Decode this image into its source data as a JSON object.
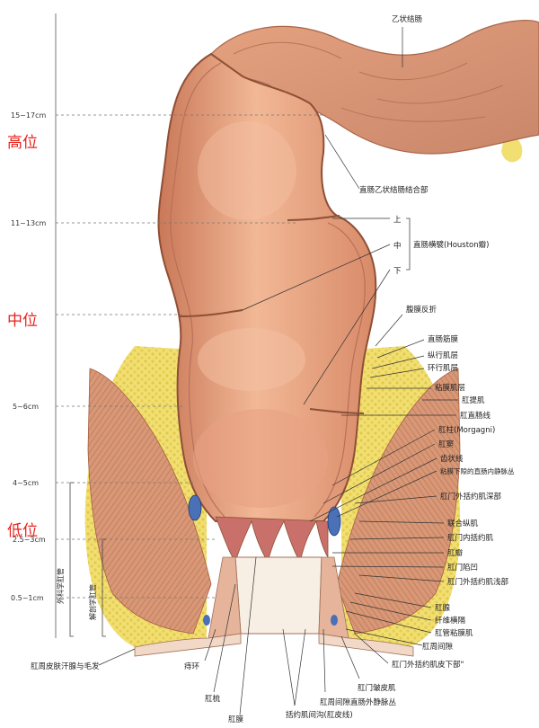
{
  "zones": {
    "high": "高位",
    "mid": "中位",
    "low": "低位"
  },
  "ruler": [
    "15~17cm",
    "11~13cm",
    "5~6cm",
    "4~5cm",
    "2.5~3cm",
    "0.5~1cm"
  ],
  "vertical": {
    "surgical": "外科学肛管",
    "anatomical": "解剖学肛管"
  },
  "labels_top": {
    "sigmoid": "乙状结肠",
    "junction": "直肠乙状结肠结合部"
  },
  "houston": {
    "upper": "上",
    "middle": "中",
    "lower": "下",
    "name": "直肠横襞(Houston瓣)"
  },
  "labels_right": [
    "腹膜反折",
    "直肠筋膜",
    "纵行肌层",
    "环行肌层",
    "粘膜肌层",
    "肛提肌",
    "肛直肠线",
    "肛柱(Morgagni)",
    "肛窦",
    "齿状线",
    "粘膜下隙的直肠内静脉丛",
    "肛门外括约肌深部",
    "联合纵肌",
    "肛门内括约肌",
    "肛瓣",
    "肛门陷凹",
    "肛门外括约肌浅部",
    "肛腺",
    "纤维横隔",
    "肛管粘膜肌",
    "肛周间隙",
    "肛门外括约肌皮下部\""
  ],
  "labels_bottom": {
    "perianal_skin": "肛周皮肤汗腺与毛发",
    "hemorrhoid_ring": "痔环",
    "anal_comb": "肛梳",
    "anal_mucosa": "肛膜",
    "intersphincteric": "括约肌间沟(肛皮线)",
    "anal_verge": "肛门皱皮肌",
    "perianal_venous": "肛周间隙直肠外静脉丛"
  },
  "colors": {
    "zone_text": "#e8211c",
    "bowel": "#e9a382",
    "muscle": "#d59272",
    "fat": "#f0dc6a"
  }
}
